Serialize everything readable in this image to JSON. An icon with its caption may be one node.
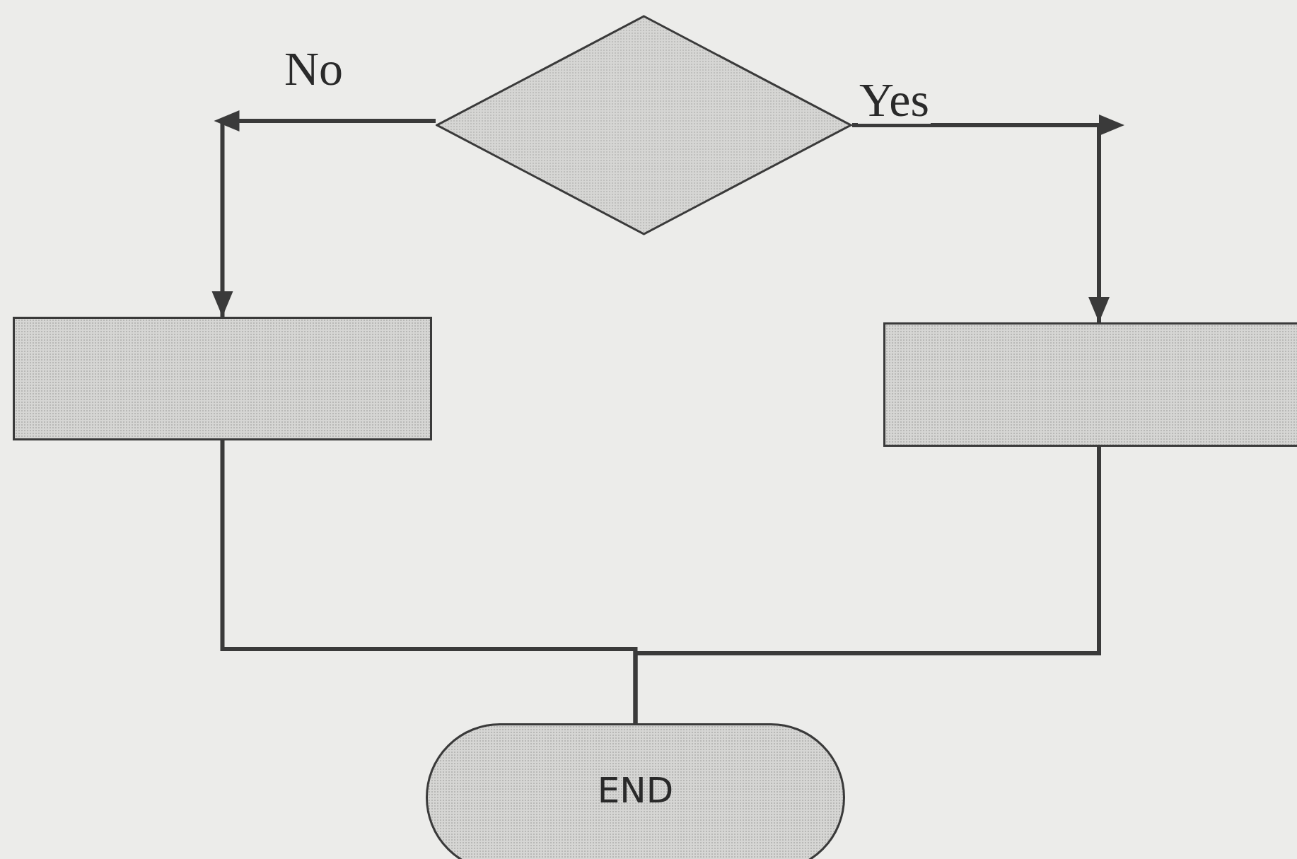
{
  "diagram": {
    "nodes": [
      {
        "text": [],
        "shape": "diamond"
      },
      {
        "text": [],
        "shape": "box"
      },
      {
        "text": [],
        "shape": "box"
      },
      {
        "text": [
          "END"
        ]
      }
    ],
    "edges": [
      {
        "from": 0,
        "to": 1,
        "arrow": "to",
        "label": "No"
      },
      {
        "from": 0,
        "to": 2,
        "arrow": "to",
        "label": "Yes"
      },
      {
        "from": 1,
        "to": 3,
        "arrow": "none"
      },
      {
        "from": 2,
        "to": 3,
        "arrow": "none"
      }
    ]
  }
}
